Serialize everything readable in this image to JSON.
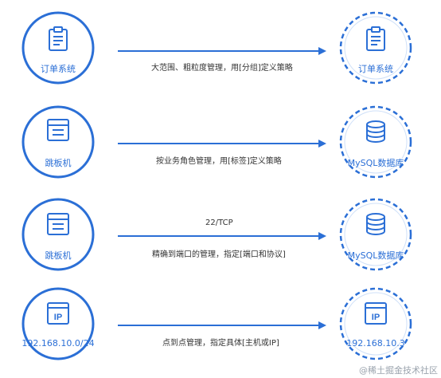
{
  "rows": [
    {
      "left": {
        "icon": "clipboard-icon",
        "label": "订单系统"
      },
      "right": {
        "icon": "clipboard-icon",
        "label": "订单系统"
      },
      "above": "",
      "below": "",
      "note": "大范围、粗粒度管理，用[分组]定义策略"
    },
    {
      "left": {
        "icon": "browser-window-icon",
        "label": "跳板机"
      },
      "right": {
        "icon": "database-icon",
        "label": "MySQL数据库"
      },
      "above": "",
      "note": "按业务角色管理，用[标签]定义策略"
    },
    {
      "left": {
        "icon": "browser-window-icon",
        "label": "跳板机"
      },
      "right": {
        "icon": "database-icon",
        "label": "MySQL数据库"
      },
      "above": "22/TCP",
      "note": "精确到端口的管理，指定[端口和协议]"
    },
    {
      "left": {
        "icon": "ip-window-icon",
        "label": "192.168.10.0/24",
        "icon_text": "IP"
      },
      "right": {
        "icon": "ip-window-icon",
        "label": "192.168.10.3",
        "icon_text": "IP"
      },
      "above": "",
      "note": "点到点管理，指定具体[主机或IP]"
    }
  ],
  "watermark": "@稀土掘金技术社区",
  "colors": {
    "accent": "#2b6fd6",
    "circle_fill": "#ffffff",
    "icon": "#2b6fd6"
  }
}
